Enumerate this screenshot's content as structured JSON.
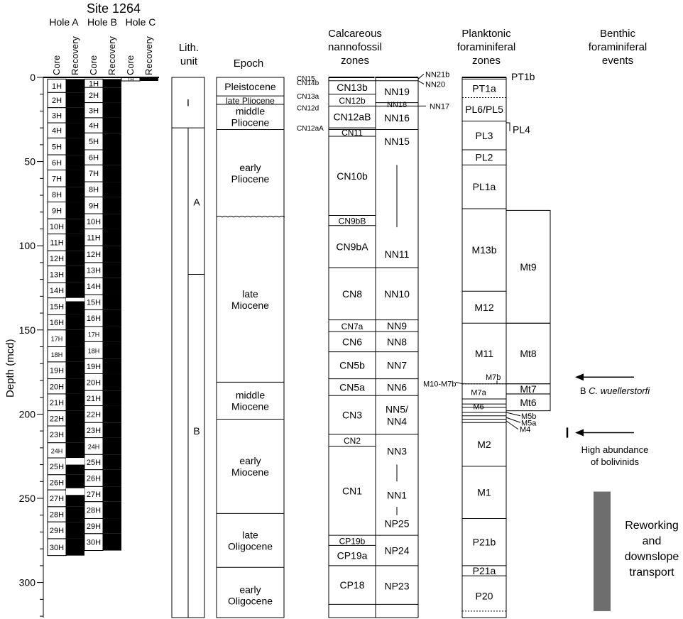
{
  "title": "Site 1264",
  "holes": [
    "Hole A",
    "Hole B",
    "Hole C"
  ],
  "col_core": "Core",
  "col_recovery": "Recovery",
  "y_axis_label": "Depth (mcd)",
  "y_ticks": [
    0,
    50,
    100,
    150,
    200,
    250,
    300
  ],
  "headers": {
    "lith": [
      "Lith.",
      "unit"
    ],
    "epoch": [
      "Epoch"
    ],
    "nanno": [
      "Calcareous",
      "nannofossil",
      "zones"
    ],
    "plank": [
      "Planktonic",
      "foraminiferal",
      "zones"
    ],
    "benthic": [
      "Benthic",
      "foraminiferal",
      "events"
    ]
  },
  "holeA_cores": [
    {
      "name": "1H",
      "top": 1,
      "bot": 9
    },
    {
      "name": "2H",
      "top": 9,
      "bot": 18
    },
    {
      "name": "3H",
      "top": 18,
      "bot": 27
    },
    {
      "name": "4H",
      "top": 27,
      "bot": 36
    },
    {
      "name": "5H",
      "top": 36,
      "bot": 46
    },
    {
      "name": "6H",
      "top": 46,
      "bot": 55
    },
    {
      "name": "7H",
      "top": 55,
      "bot": 65
    },
    {
      "name": "8H",
      "top": 65,
      "bot": 74
    },
    {
      "name": "9H",
      "top": 74,
      "bot": 84
    },
    {
      "name": "10H",
      "top": 84,
      "bot": 93
    },
    {
      "name": "11H",
      "top": 93,
      "bot": 103
    },
    {
      "name": "12H",
      "top": 103,
      "bot": 112
    },
    {
      "name": "13H",
      "top": 112,
      "bot": 122
    },
    {
      "name": "14H",
      "top": 122,
      "bot": 131
    },
    {
      "name": "15H",
      "top": 131,
      "bot": 141
    },
    {
      "name": "16H",
      "top": 141,
      "bot": 150
    },
    {
      "name": "17H",
      "top": 150,
      "bot": 160
    },
    {
      "name": "18H",
      "top": 160,
      "bot": 169
    },
    {
      "name": "19H",
      "top": 169,
      "bot": 179
    },
    {
      "name": "20H",
      "top": 179,
      "bot": 188
    },
    {
      "name": "21H",
      "top": 188,
      "bot": 198
    },
    {
      "name": "22H",
      "top": 198,
      "bot": 207
    },
    {
      "name": "23H",
      "top": 207,
      "bot": 217
    },
    {
      "name": "24H",
      "top": 217,
      "bot": 226
    },
    {
      "name": "25H",
      "top": 226,
      "bot": 236
    },
    {
      "name": "26H",
      "top": 236,
      "bot": 245
    },
    {
      "name": "27H",
      "top": 245,
      "bot": 255
    },
    {
      "name": "28H",
      "top": 255,
      "bot": 264
    },
    {
      "name": "29H",
      "top": 264,
      "bot": 274
    },
    {
      "name": "30H",
      "top": 274,
      "bot": 284
    }
  ],
  "holeB_cores": [
    {
      "name": "1H",
      "top": 1,
      "bot": 6
    },
    {
      "name": "2H",
      "top": 6,
      "bot": 15
    },
    {
      "name": "3H",
      "top": 15,
      "bot": 24
    },
    {
      "name": "4H",
      "top": 24,
      "bot": 33
    },
    {
      "name": "5H",
      "top": 33,
      "bot": 43
    },
    {
      "name": "6H",
      "top": 43,
      "bot": 52
    },
    {
      "name": "7H",
      "top": 52,
      "bot": 62
    },
    {
      "name": "8H",
      "top": 62,
      "bot": 71
    },
    {
      "name": "9H",
      "top": 71,
      "bot": 81
    },
    {
      "name": "10H",
      "top": 81,
      "bot": 90
    },
    {
      "name": "11H",
      "top": 90,
      "bot": 100
    },
    {
      "name": "12H",
      "top": 100,
      "bot": 110
    },
    {
      "name": "13H",
      "top": 110,
      "bot": 119
    },
    {
      "name": "14H",
      "top": 119,
      "bot": 129
    },
    {
      "name": "15H",
      "top": 129,
      "bot": 138
    },
    {
      "name": "16H",
      "top": 138,
      "bot": 148
    },
    {
      "name": "17H",
      "top": 148,
      "bot": 157
    },
    {
      "name": "18H",
      "top": 157,
      "bot": 167
    },
    {
      "name": "19H",
      "top": 167,
      "bot": 176
    },
    {
      "name": "20H",
      "top": 176,
      "bot": 186
    },
    {
      "name": "21H",
      "top": 186,
      "bot": 195
    },
    {
      "name": "22H",
      "top": 195,
      "bot": 205
    },
    {
      "name": "23H",
      "top": 205,
      "bot": 214
    },
    {
      "name": "24H",
      "top": 214,
      "bot": 224
    },
    {
      "name": "25H",
      "top": 224,
      "bot": 233
    },
    {
      "name": "26H",
      "top": 233,
      "bot": 243
    },
    {
      "name": "27H",
      "top": 243,
      "bot": 252
    },
    {
      "name": "28H",
      "top": 252,
      "bot": 262
    },
    {
      "name": "29H",
      "top": 262,
      "bot": 271
    },
    {
      "name": "30H",
      "top": 271,
      "bot": 281
    }
  ],
  "holeC_cores": [
    {
      "name": "1H",
      "top": 0,
      "bot": 1
    }
  ],
  "lith_units": [
    "I",
    "A",
    "B"
  ],
  "epochs": [
    {
      "label": [
        "Pleistocene"
      ],
      "top": 0,
      "bot": 11
    },
    {
      "label": [
        "late Pliocene"
      ],
      "top": 11,
      "bot": 16
    },
    {
      "label": [
        "middle",
        "Pliocene"
      ],
      "top": 16,
      "bot": 31
    },
    {
      "label": [
        "early",
        "Pliocene"
      ],
      "top": 31,
      "bot": 83
    },
    {
      "label": [
        "late",
        "Miocene"
      ],
      "top": 83,
      "bot": 181
    },
    {
      "label": [
        "middle",
        "Miocene"
      ],
      "top": 181,
      "bot": 203
    },
    {
      "label": [
        "early",
        "Miocene"
      ],
      "top": 203,
      "bot": 259
    },
    {
      "label": [
        "late",
        "Oligocene"
      ],
      "top": 259,
      "bot": 291
    },
    {
      "label": [
        "early",
        "Oligocene"
      ],
      "top": 291,
      "bot": 324
    }
  ],
  "cn_zones": [
    {
      "label": "CN13b",
      "top": 2,
      "bot": 10
    },
    {
      "label": "CN12b",
      "top": 10,
      "bot": 17
    },
    {
      "label": "CN12aB",
      "top": 17,
      "bot": 30
    },
    {
      "label": "CN11",
      "top": 30,
      "bot": 35
    },
    {
      "label": "CN10b",
      "top": 35,
      "bot": 82
    },
    {
      "label": "CN9bB",
      "top": 82,
      "bot": 88
    },
    {
      "label": "CN9bA",
      "top": 88,
      "bot": 113
    },
    {
      "label": "CN8",
      "top": 113,
      "bot": 144
    },
    {
      "label": "CN7a",
      "top": 144,
      "bot": 151
    },
    {
      "label": "CN6",
      "top": 151,
      "bot": 163
    },
    {
      "label": "CN5b",
      "top": 163,
      "bot": 179
    },
    {
      "label": "CN5a",
      "top": 179,
      "bot": 189
    },
    {
      "label": "CN3",
      "top": 189,
      "bot": 212
    },
    {
      "label": "CN2",
      "top": 212,
      "bot": 219
    },
    {
      "label": "CN1",
      "top": 219,
      "bot": 272
    },
    {
      "label": "CP19b",
      "top": 272,
      "bot": 278
    },
    {
      "label": "CP19a",
      "top": 278,
      "bot": 290
    },
    {
      "label": "CP18",
      "top": 290,
      "bot": 313
    }
  ],
  "cn_side_labels": [
    "CN15",
    "CN14b",
    "CN13a",
    "CN12d",
    "CN12aA"
  ],
  "nn_zones": [
    {
      "label": "NN19",
      "top": 2,
      "bot": 15
    },
    {
      "label": "NN18",
      "top": 15,
      "bot": 17
    },
    {
      "label": "NN16",
      "top": 17,
      "bot": 31
    },
    {
      "label": "NN15",
      "top": 31,
      "bot": 31
    },
    {
      "label": "NN11",
      "top": 31,
      "bot": 113
    },
    {
      "label": "NN10",
      "top": 113,
      "bot": 144
    },
    {
      "label": "NN9",
      "top": 144,
      "bot": 151
    },
    {
      "label": "NN8",
      "top": 151,
      "bot": 163
    },
    {
      "label": "NN7",
      "top": 163,
      "bot": 179
    },
    {
      "label": "NN6",
      "top": 179,
      "bot": 189
    },
    {
      "label": "NN5/ NN4",
      "top": 189,
      "bot": 212
    },
    {
      "label": "NN3",
      "top": 212,
      "bot": 219
    },
    {
      "label": "NN1",
      "top": 219,
      "bot": 272
    },
    {
      "label": "NP25",
      "top": 219,
      "bot": 272
    },
    {
      "label": "NP24",
      "top": 272,
      "bot": 290
    },
    {
      "label": "NP23",
      "top": 290,
      "bot": 313
    }
  ],
  "nn_side_labels": [
    "NN21b",
    "NN20",
    "NN17"
  ],
  "pf_zones": [
    {
      "label": "PT1a",
      "top": 1,
      "bot": 12
    },
    {
      "label": "PL6/PL5",
      "top": 12,
      "bot": 26
    },
    {
      "label": "PL3",
      "top": 26,
      "bot": 43
    },
    {
      "label": "PL2",
      "top": 43,
      "bot": 52
    },
    {
      "label": "PL1a",
      "top": 52,
      "bot": 78
    },
    {
      "label": "M13b",
      "top": 78,
      "bot": 127
    },
    {
      "label": "M12",
      "top": 127,
      "bot": 146
    },
    {
      "label": "M11",
      "top": 146,
      "bot": 182
    },
    {
      "label": "M7a",
      "top": 182,
      "bot": 191
    },
    {
      "label": "M6",
      "top": 191,
      "bot": 199
    },
    {
      "label": "M2",
      "top": 205,
      "bot": 231
    },
    {
      "label": "M1",
      "top": 231,
      "bot": 262
    },
    {
      "label": "P21b",
      "top": 262,
      "bot": 290
    },
    {
      "label": "P21a",
      "top": 290,
      "bot": 296
    },
    {
      "label": "P20",
      "top": 296,
      "bot": 320
    }
  ],
  "pf_side_labels": [
    "PT1b",
    "PL4",
    "M7b",
    "M10-M7b",
    "M5b",
    "M5a",
    "M4"
  ],
  "mt_zones": [
    {
      "label": "Mt9",
      "top": 79,
      "bot": 146
    },
    {
      "label": "Mt8",
      "top": 146,
      "bot": 182
    },
    {
      "label": "Mt7",
      "top": 182,
      "bot": 188
    },
    {
      "label": "Mt6",
      "top": 188,
      "bot": 198
    }
  ],
  "events": {
    "wuellerstorfi": {
      "prefix": "B",
      "species": "C. wuellerstorfi"
    },
    "bolivinids": [
      "High abundance",
      "of bolivinids"
    ],
    "reworking": [
      "Reworking",
      "and",
      "downslope",
      "transport"
    ]
  },
  "colors": {
    "line": "#000000",
    "recovery_fill": "#000000",
    "reworking_bar": "#6e6e6e",
    "background": "#ffffff"
  }
}
